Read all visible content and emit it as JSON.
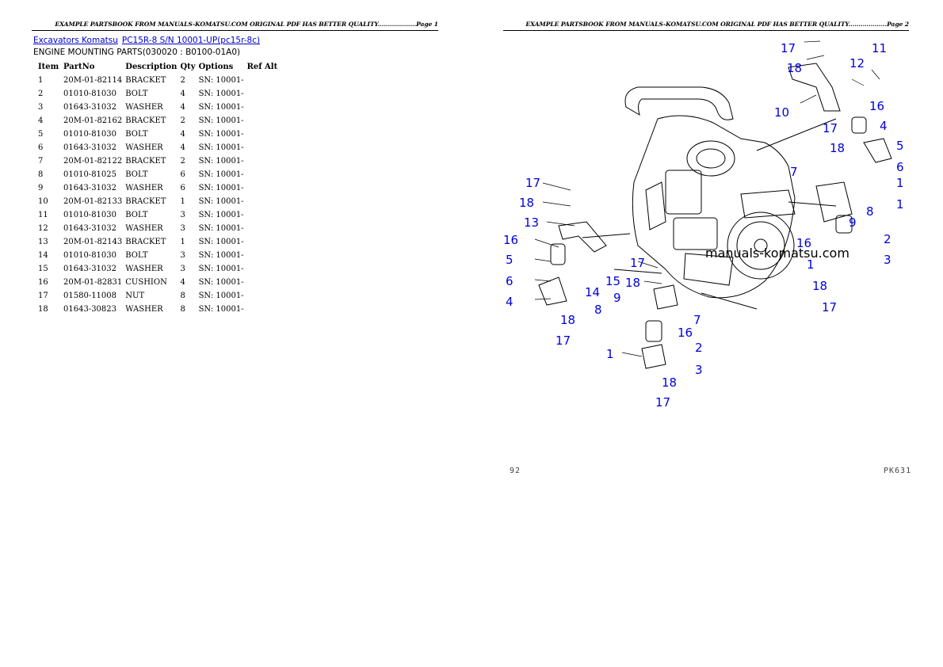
{
  "header": {
    "left": "EXAMPLE PARTSBOOK FROM MANUALS-KOMATSU.COM ORIGINAL PDF HAS BETTER QUALITY...................Page 1",
    "right": "EXAMPLE PARTSBOOK FROM MANUALS-KOMATSU.COM ORIGINAL PDF HAS BETTER QUALITY...................Page 2"
  },
  "breadcrumb": {
    "level1": "Excavators Komatsu",
    "level2": "PC15R-8 S/N 10001-UP(pc15r-8c)"
  },
  "section_title": "ENGINE MOUNTING PARTS(030020 : B0100-01A0)",
  "table": {
    "headers": [
      "Item",
      "PartNo",
      "Description",
      "Qty",
      "Options",
      "Ref Alt"
    ],
    "rows": [
      [
        "1",
        "20M-01-82114",
        "BRACKET",
        "2",
        "SN: 10001-",
        ""
      ],
      [
        "2",
        "01010-81030",
        "BOLT",
        "4",
        "SN: 10001-",
        ""
      ],
      [
        "3",
        "01643-31032",
        "WASHER",
        "4",
        "SN: 10001-",
        ""
      ],
      [
        "4",
        "20M-01-82162",
        "BRACKET",
        "2",
        "SN: 10001-",
        ""
      ],
      [
        "5",
        "01010-81030",
        "BOLT",
        "4",
        "SN: 10001-",
        ""
      ],
      [
        "6",
        "01643-31032",
        "WASHER",
        "4",
        "SN: 10001-",
        ""
      ],
      [
        "7",
        "20M-01-82122",
        "BRACKET",
        "2",
        "SN: 10001-",
        ""
      ],
      [
        "8",
        "01010-81025",
        "BOLT",
        "6",
        "SN: 10001-",
        ""
      ],
      [
        "9",
        "01643-31032",
        "WASHER",
        "6",
        "SN: 10001-",
        ""
      ],
      [
        "10",
        "20M-01-82133",
        "BRACKET",
        "1",
        "SN: 10001-",
        ""
      ],
      [
        "11",
        "01010-81030",
        "BOLT",
        "3",
        "SN: 10001-",
        ""
      ],
      [
        "12",
        "01643-31032",
        "WASHER",
        "3",
        "SN: 10001-",
        ""
      ],
      [
        "13",
        "20M-01-82143",
        "BRACKET",
        "1",
        "SN: 10001-",
        ""
      ],
      [
        "14",
        "01010-81030",
        "BOLT",
        "3",
        "SN: 10001-",
        ""
      ],
      [
        "15",
        "01643-31032",
        "WASHER",
        "3",
        "SN: 10001-",
        ""
      ],
      [
        "16",
        "20M-01-82831",
        "CUSHION",
        "4",
        "SN: 10001-",
        ""
      ],
      [
        "17",
        "01580-11008",
        "NUT",
        "8",
        "SN: 10001-",
        ""
      ],
      [
        "18",
        "01643-30823",
        "WASHER",
        "8",
        "SN: 10001-",
        ""
      ]
    ]
  },
  "diagram": {
    "watermark": "manuals-komatsu.com",
    "callout_color": "#0000dd",
    "callouts": [
      "17",
      "18",
      "12",
      "11",
      "10",
      "16",
      "17",
      "18",
      "4",
      "5",
      "6",
      "7",
      "1",
      "8",
      "1",
      "17",
      "18",
      "13",
      "16",
      "5",
      "6",
      "4",
      "18",
      "17",
      "17",
      "18",
      "15",
      "14",
      "9",
      "8",
      "7",
      "16",
      "2",
      "3",
      "1",
      "18",
      "17",
      "16",
      "2",
      "3",
      "1",
      "18",
      "17",
      "9"
    ],
    "footer_left": "92",
    "footer_right": "PK631"
  }
}
